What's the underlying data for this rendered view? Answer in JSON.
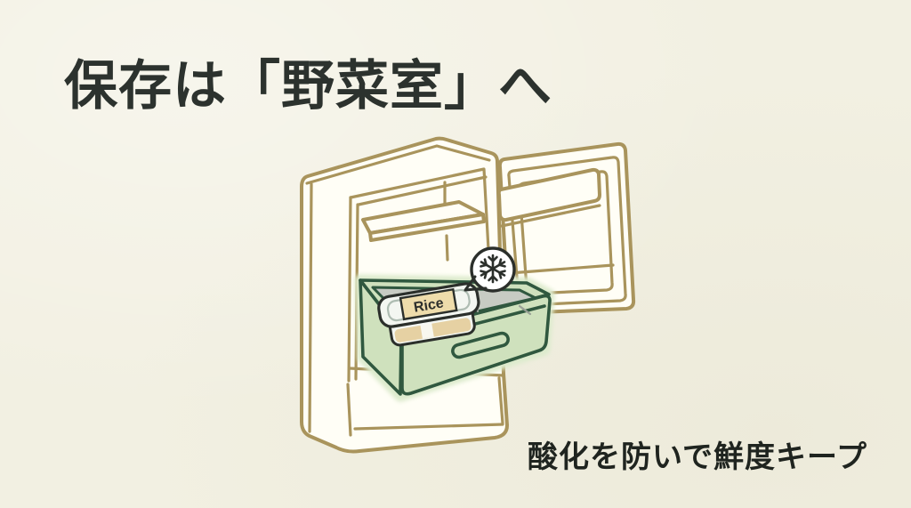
{
  "slide": {
    "title": "保存は「野菜室」へ",
    "caption": "酸化を防いで鮮度キープ"
  },
  "illustration": {
    "subject": "refrigerator with open door and pulled-out vegetable drawer",
    "container_label": "Rice",
    "bubble": {
      "icon": "snowflake-icon",
      "glyph": "❄"
    }
  },
  "colors": {
    "bg": "#f2f0e2",
    "title-ink": "#2c322e",
    "caption-ink": "#1f241f",
    "outline-tan": "#a9945c",
    "fridge-fill": "#fffef6",
    "drawer-green": "#cfe1bd",
    "drawer-green-dark": "#30583f",
    "drawer-glow": "#ddebcd",
    "interior-gray": "#c7cbc3",
    "ink": "#2b2f2b",
    "label-tan": "#eedcab",
    "rice-tan": "#e6d1a3",
    "container-white": "#f3f6f1"
  }
}
